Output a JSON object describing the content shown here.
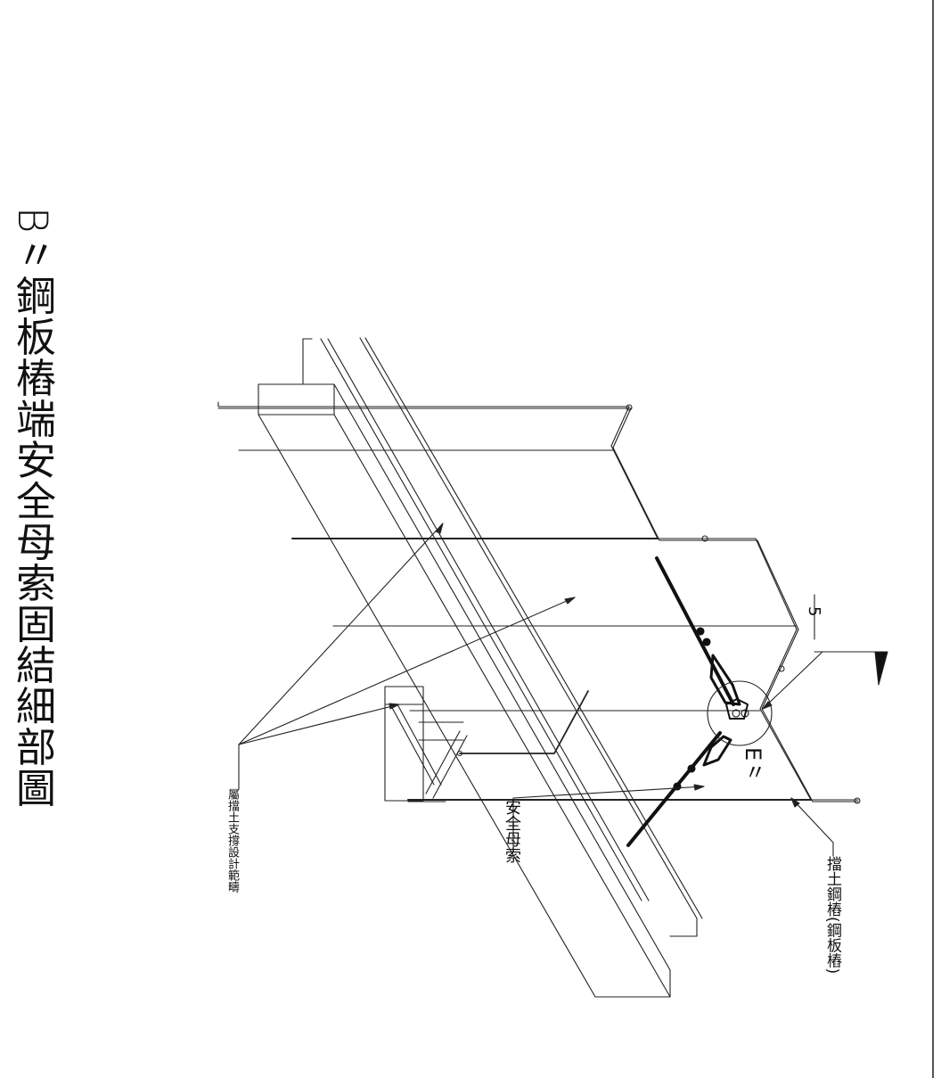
{
  "title": {
    "prefix": "B〃",
    "text": "鋼板樁端安全母索固結細部圖"
  },
  "labels": {
    "support_design": "屬擋土支撐設計範疇",
    "safety_cable": "安全母索",
    "retaining_pile": "擋土鋼樁(鋼板樁)"
  },
  "detail_callout": {
    "mark": "5",
    "letter": "E〃"
  },
  "icons": [
    "section-arrow-icon",
    "detail-circle-icon",
    "cable-clip-icon"
  ]
}
